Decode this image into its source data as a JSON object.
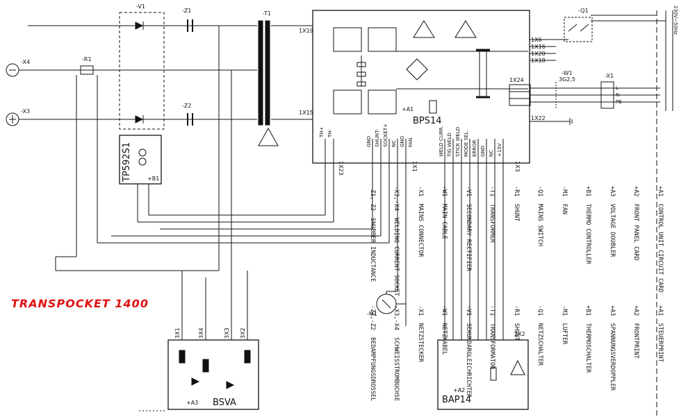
{
  "title": "TRANSPOCKET 1400",
  "components": {
    "v1": "-V1",
    "z1": "-Z1",
    "z2": "-Z2",
    "t1": "-T1",
    "r1": "-R1",
    "q1": "-Q1",
    "w1": "-W1",
    "w1_spec": "3G2,5",
    "x1": "-X1",
    "x3": "-X3",
    "x4": "-X4",
    "m1": "-M1",
    "a1": "+A1",
    "a1_name": "BPS14",
    "b1": "+B1",
    "b1_name": "TP592S1",
    "a2": "+A2",
    "a2_name": "BAP14",
    "a3": "+A3",
    "a3_name": "BSVA",
    "mains": "230V~50Hz"
  },
  "connectors": {
    "x19": "1X19",
    "x15": "1X15",
    "x6": "1X6",
    "x16": "1X16",
    "x20": "1X20",
    "x18": "1X18",
    "x24": "1X24",
    "x22": "1X22",
    "x23": "1X23",
    "x1": "1X1",
    "x3": "1X3",
    "x2x2": "2X2",
    "a3_x1": "3X1",
    "a3_x4": "3X4",
    "a3_x3": "3X3",
    "a3_x2": "3X2"
  },
  "signals": {
    "x1_group": [
      "GND",
      "SHUNT-",
      "SOCKET+",
      "NC",
      "GND",
      "FAN"
    ],
    "x3_group": [
      "WELD CURR.",
      "TIG WELD",
      "STICK WELD",
      "MODE SEL.",
      "ERROR",
      "GND",
      "NC",
      "+15V"
    ],
    "x23_group": [
      "TH+",
      "TH-"
    ],
    "x1_mains": [
      "L",
      "N",
      "PE"
    ]
  },
  "legend_en": [
    "+A1  CONTROL UNIT CIRCUIT CARD",
    "+A2  FRONT PANEL CARD",
    "+A3  VOLTAGE DOUBLER",
    "+B1  THERMO CONTROLLER",
    "-M1  FAN",
    "-Q1  MAINS SWITCH",
    "-R1  SHUNT",
    "-T1  TRANSFORMER",
    "-V1  SECONDARY RECTIFIER",
    "-W1  MAIN CABLE",
    "-X1  MAINS CONNECTOR",
    "-X3,-X4  WELDING CURRENT SOCKET",
    "-Z1,-Z2  SNUBBER INDUCTANCE"
  ],
  "legend_de": [
    "+A1  STEUERPRINT",
    "+A2  FRONTPRINT",
    "+A3  SPANNUNGSVERDOPPLER",
    "+B1  THERMOSCHALTER",
    "-M1  LUFTER",
    "-Q1  NETZSCHALTER",
    "-R1  SHUNT",
    "-T1  TRANSFORMATOR",
    "-V1  SEKUNDARGLEICHRICHTER",
    "-W1  NETZKABEL",
    "-X1  NETZSTECKER",
    "-X3,-X4  SCHWEISSTROMBUCHSE",
    "-Z1,-Z2  BEDAMPFUNGSDROSSEL"
  ],
  "colors": {
    "title": "#e01010",
    "ink": "#111111"
  }
}
